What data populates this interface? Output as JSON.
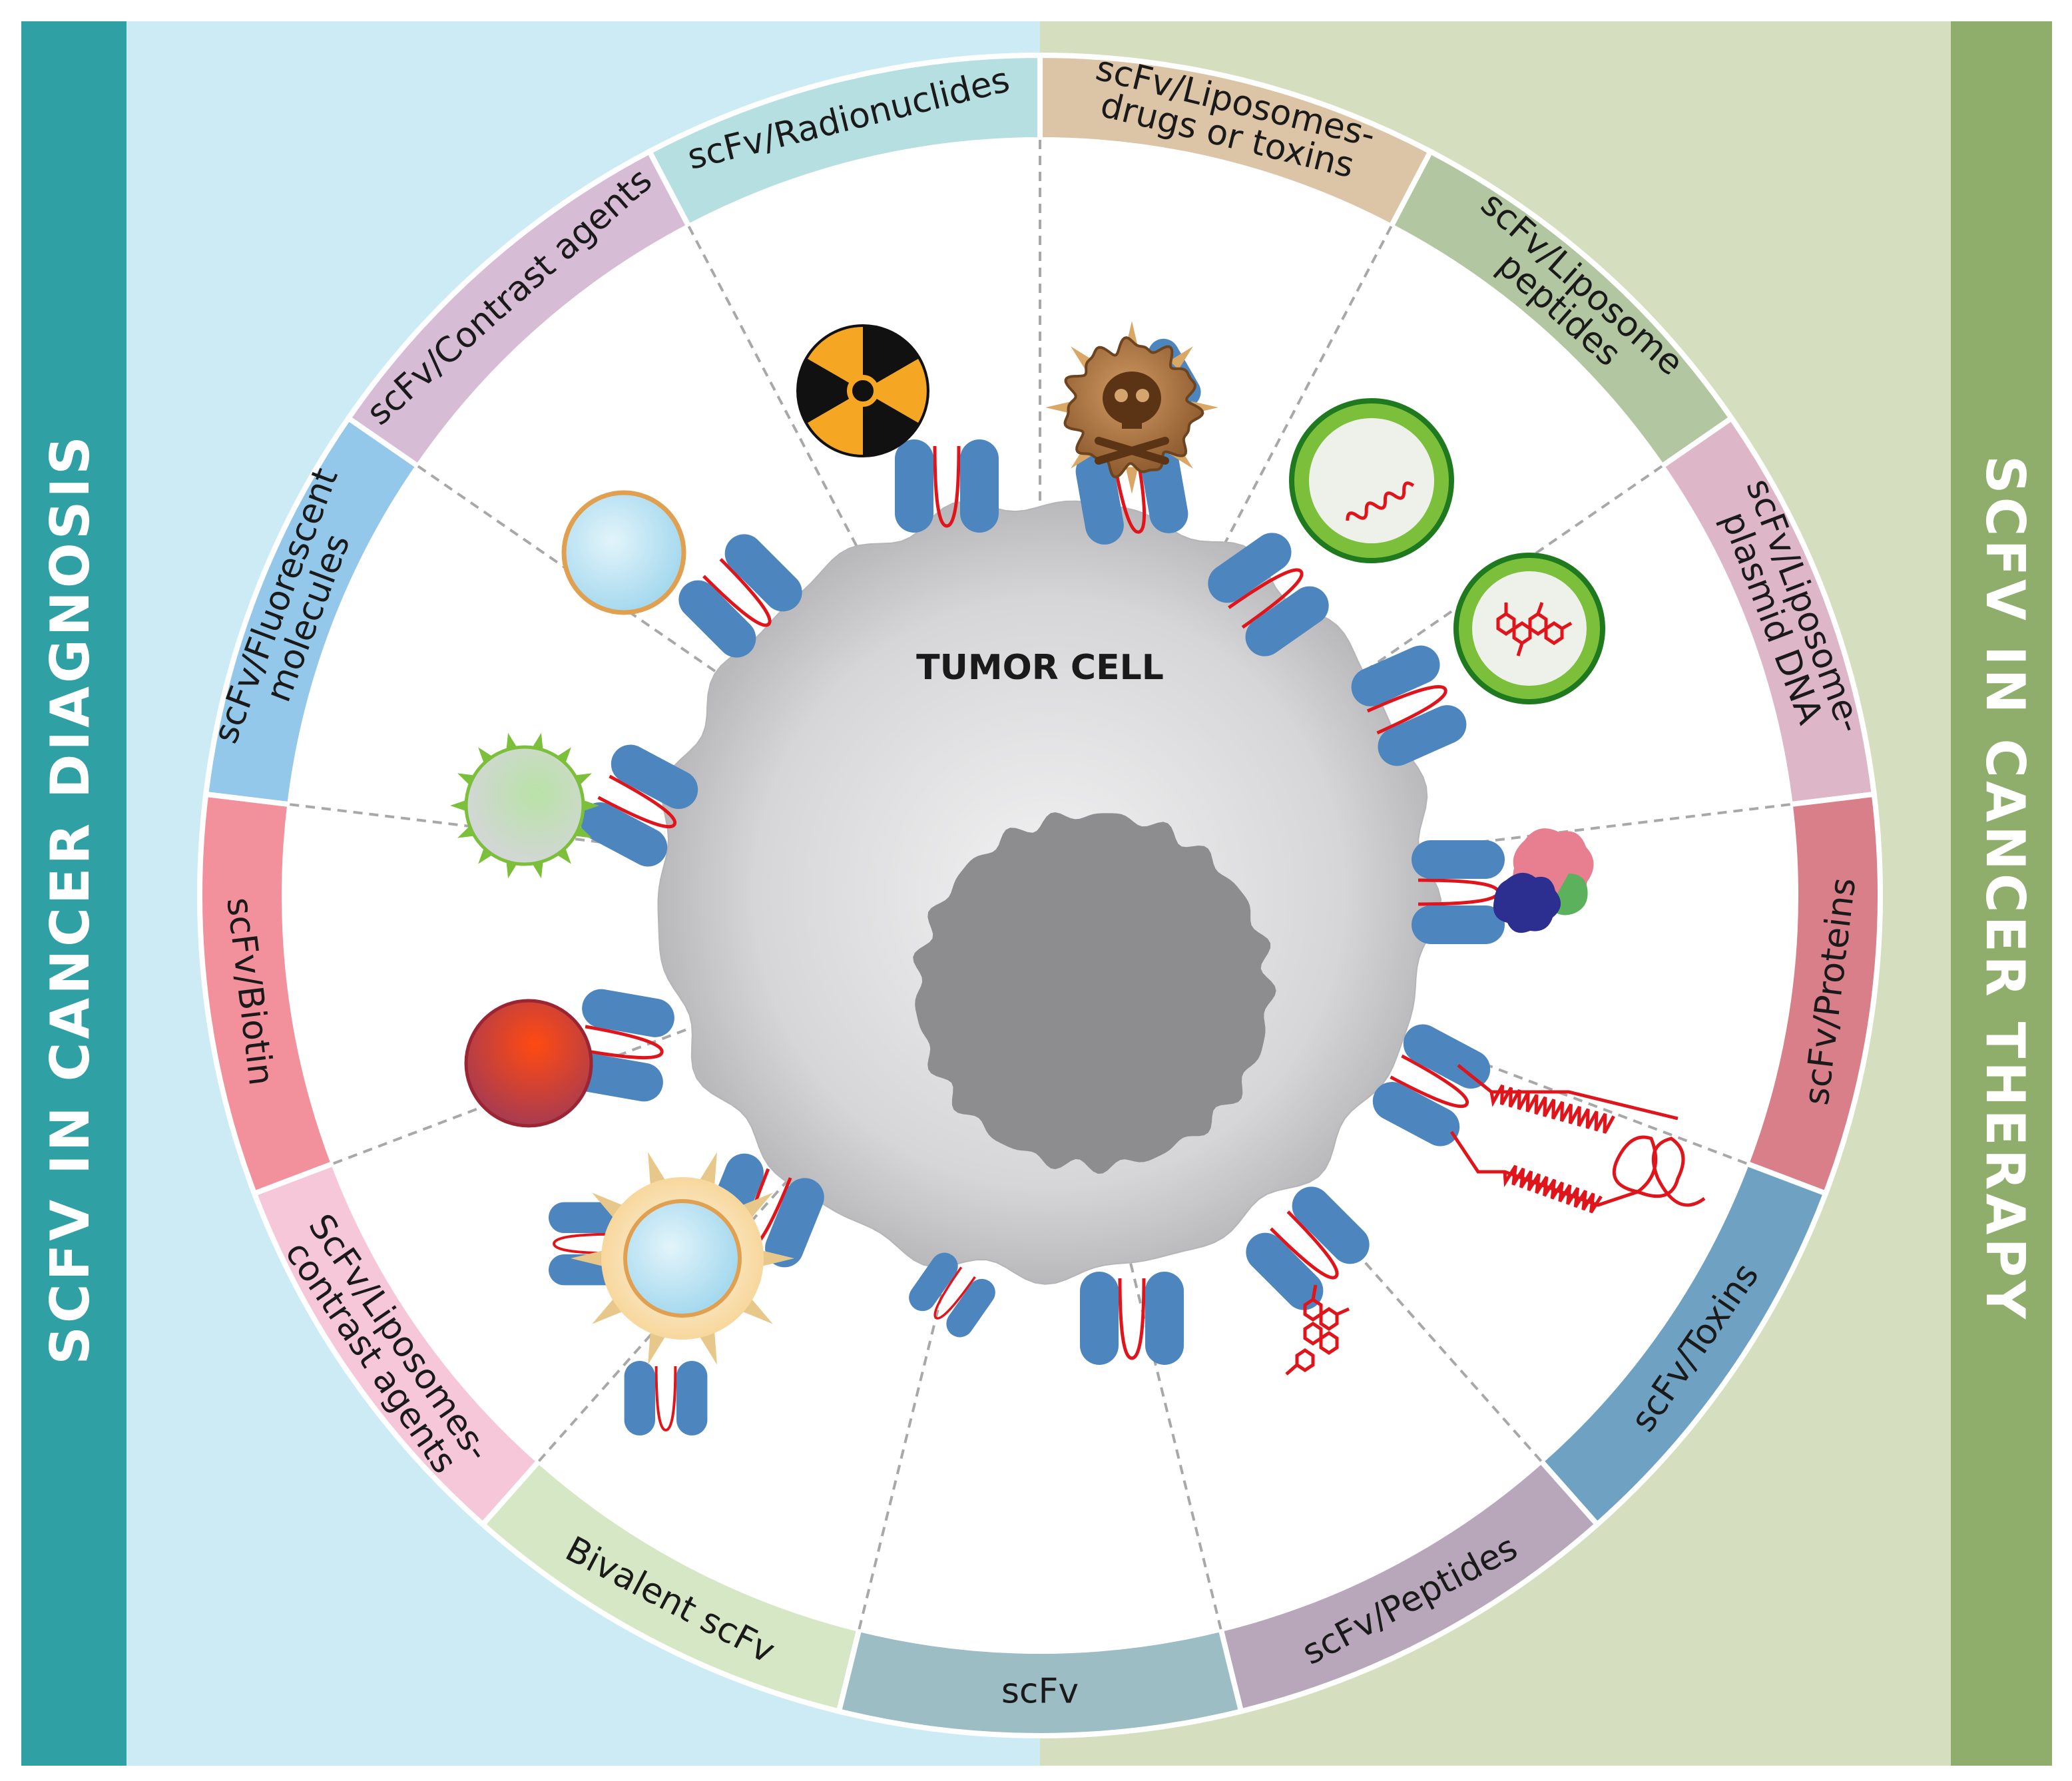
{
  "left_panel": {
    "title": "SCFV IN CANCER DIAGNOSIS",
    "bar_color": "#2fa0a4",
    "background_color": "#cdebf5"
  },
  "right_panel": {
    "title": "SCFV IN CANCER THERAPY",
    "bar_color": "#8fad6b",
    "background_color": "#d5dfc0"
  },
  "center_label": "TUMOR CELL",
  "segments": [
    {
      "lines": [
        "scFv/Liposomes-",
        "drugs or toxins"
      ],
      "color": "#dcc4a6",
      "icon": "skull-liposome-icon"
    },
    {
      "lines": [
        "scFv/Liposome",
        "peptides"
      ],
      "color": "#b2c6a1",
      "icon": "peptide-liposome-icon"
    },
    {
      "lines": [
        "scFv/Liposome-",
        "plasmid DNA"
      ],
      "color": "#ddb6c7",
      "icon": "plasmid-liposome-icon"
    },
    {
      "lines": [
        "scFv/Proteins"
      ],
      "color": "#d97f8a",
      "icon": "protein-icon"
    },
    {
      "lines": [
        "scFv/Toxins"
      ],
      "color": "#6fa2c2",
      "icon": "toxin-icon"
    },
    {
      "lines": [
        "scFv/Peptides"
      ],
      "color": "#b8a7ba",
      "icon": "peptide-icon"
    },
    {
      "lines": [
        "scFv"
      ],
      "color": "#9bbdc3",
      "icon": "scfv-icon"
    },
    {
      "lines": [
        "Bivalent scFv"
      ],
      "color": "#d6e7c5",
      "icon": "bivalent-scfv-icon"
    },
    {
      "lines": [
        "ScFv/Liposomes-",
        "contrast agents"
      ],
      "color": "#f6c7d8",
      "icon": "contrast-liposome-icon"
    },
    {
      "lines": [
        "scFv/Biotin"
      ],
      "color": "#f2919c",
      "icon": "biotin-icon"
    },
    {
      "lines": [
        "scFv/Fluorescent",
        "molecules"
      ],
      "color": "#94c8ea",
      "icon": "fluorescent-icon"
    },
    {
      "lines": [
        "scFv/Contrast agents"
      ],
      "color": "#d7bcd6",
      "icon": "contrast-agent-icon"
    },
    {
      "lines": [
        "scFv/Radionuclides"
      ],
      "color": "#b6dfe2",
      "icon": "radiation-icon"
    }
  ],
  "colors": {
    "antibody_blue": "#4d86bf",
    "linker_red": "#e0151b",
    "cell_gray": "#c9c9cb",
    "nucleus_gray": "#8d8d8f"
  }
}
